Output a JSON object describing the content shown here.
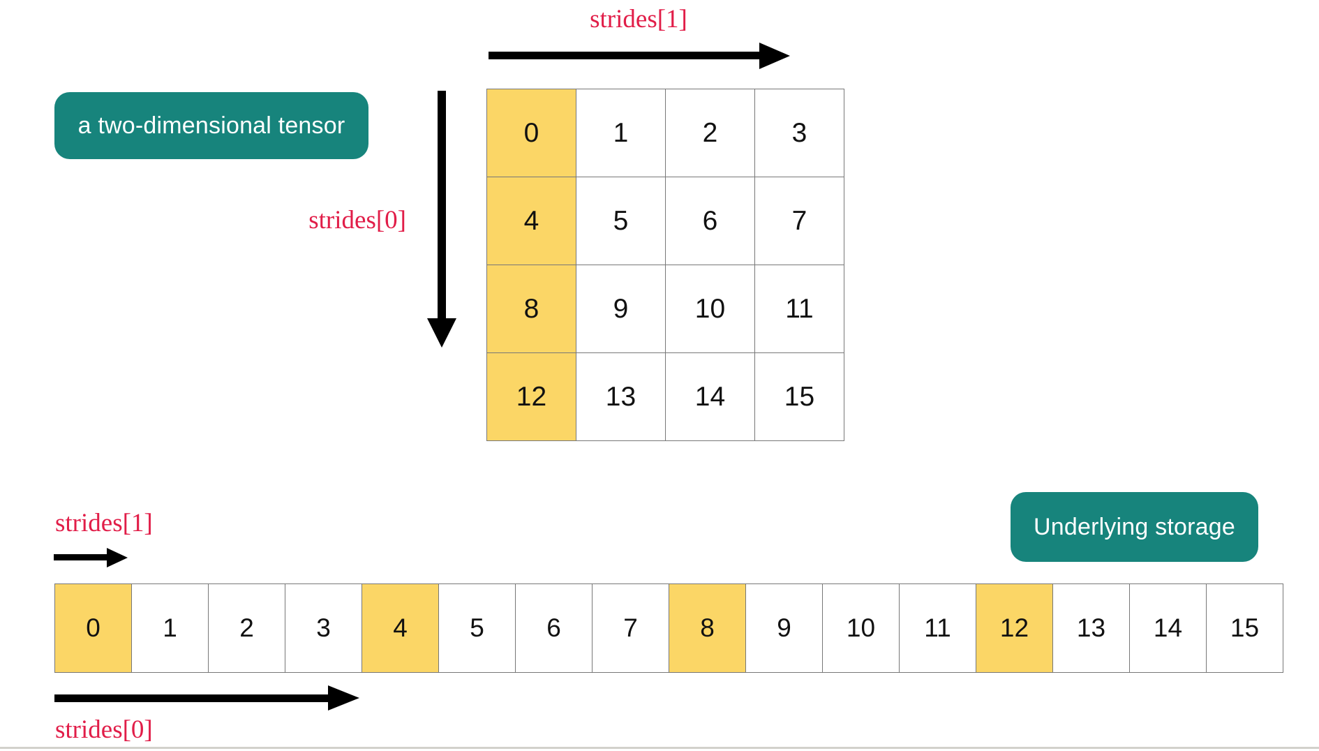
{
  "colors": {
    "teal": "#17847C",
    "yellow": "#FBD666",
    "red": "#E11D48",
    "border": "#777777",
    "arrow": "#000000"
  },
  "tensor_section": {
    "badge_label": "a two-dimensional tensor",
    "strides1_label": "strides[1]",
    "strides0_label": "strides[0]",
    "grid": {
      "rows": 4,
      "cols": 4,
      "values": [
        0,
        1,
        2,
        3,
        4,
        5,
        6,
        7,
        8,
        9,
        10,
        11,
        12,
        13,
        14,
        15
      ],
      "highlighted_column": 0
    }
  },
  "storage_section": {
    "badge_label": "Underlying storage",
    "strides1_label": "strides[1]",
    "strides0_label": "strides[0]",
    "values": [
      0,
      1,
      2,
      3,
      4,
      5,
      6,
      7,
      8,
      9,
      10,
      11,
      12,
      13,
      14,
      15
    ],
    "highlighted_indices": [
      0,
      4,
      8,
      12
    ]
  }
}
